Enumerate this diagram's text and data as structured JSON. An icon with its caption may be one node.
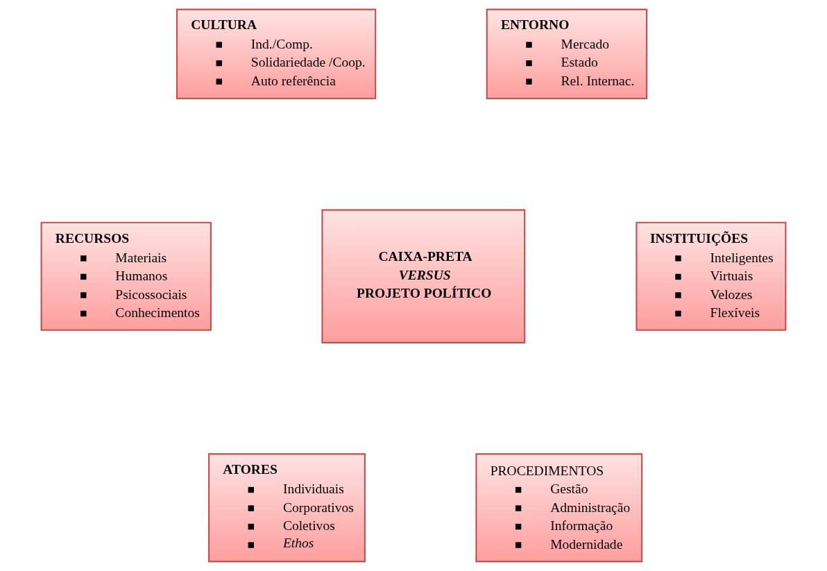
{
  "diagram": {
    "nodes": [
      {
        "text": [
          "CULTURA",
          "Ind./Comp.",
          "Solidariedade /Coop.",
          "Auto referência"
        ]
      },
      {
        "text": [
          "ENTORNO",
          "Mercado",
          "Estado",
          "Rel. Internac."
        ]
      },
      {
        "text": [
          "RECURSOS",
          "Materiais",
          "Humanos",
          "Psicossociais",
          "Conhecimentos"
        ]
      },
      {
        "text": [
          "CAIXA-PRETA",
          "VERSUS",
          "PROJETO POLÍTICO"
        ]
      },
      {
        "text": [
          "INSTITUIÇÕES",
          "Inteligentes",
          "Virtuais",
          "Velozes",
          "Flexíveis"
        ]
      },
      {
        "text": [
          "ATORES",
          "Individuais",
          "Corporativos",
          "Coletivos",
          "Ethos"
        ]
      },
      {
        "text": [
          "PROCEDIMENTOS",
          "Gestão",
          "Administração",
          "Informação",
          "Modernidade"
        ]
      }
    ],
    "edges": []
  }
}
